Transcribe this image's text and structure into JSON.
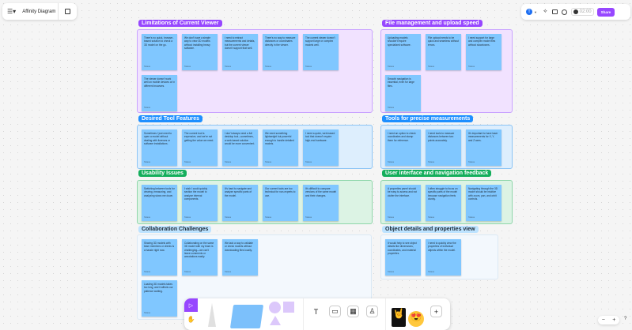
{
  "header": {
    "title": "Affinity Diagram",
    "avatar_initial": "T",
    "timer": "02:00",
    "share_label": "Share"
  },
  "sections": [
    {
      "title": "Limitations of Current Viewer",
      "color": "#9747ff",
      "bg": "#f1e2ff",
      "border": "#c9a3ff",
      "notes": [
        "There's no quick, browser-based solution to check a 3D model on the go.",
        "We don't have a simple way to view 3D models without installing heavy software.",
        "I need to extract measurements and details, but the current viewer doesn't support that well.",
        "There's no way to measure distances or coordinates directly in the viewer.",
        "The current viewer doesn't support large or complex models well.",
        "The viewer doesn't work well on mobile devices or in different browsers."
      ]
    },
    {
      "title": "File management and upload speed",
      "color": "#9747ff",
      "bg": "#f1e2ff",
      "border": "#c9a3ff",
      "notes": [
        "Uploading models shouldn't require specialized software.",
        "File upload needs to be quick and seamless without errors.",
        "I need support for large and complex model files without slowdowns.",
        "Smooth navigation is essential, even for large files."
      ]
    },
    {
      "title": "Desired Tool Features",
      "color": "#1e8fff",
      "bg": "#ddeefd",
      "border": "#8cc4f5",
      "notes": [
        "Sometimes I just need to open a model without dealing with licenses or software installations.",
        "The current tool is expensive, and we're not getting the value we need.",
        "I don't always need a full desktop tool—sometimes, a web-based solution would be more convenient.",
        "We need something lightweight but powerful enough to handle detailed models.",
        "I need a quick, web-based tool that doesn't require high-end hardware."
      ]
    },
    {
      "title": "Tools for precise measurements",
      "color": "#1e8fff",
      "bg": "#ddeefd",
      "border": "#8cc4f5",
      "notes": [
        "I need an option to check coordinates and stamp them for reference.",
        "I need tools to measure distances between two points accurately.",
        "It's important to have laser measurements for X, Y, and Z axes."
      ]
    },
    {
      "title": "Usability Issues",
      "color": "#14ae5c",
      "bg": "#dcf3e4",
      "border": "#8fd6aa",
      "notes": [
        "Switching between tools for viewing, measuring, and analyzing slows me down.",
        "I wish I could quickly section the model to analyze internal components.",
        "It's hard to navigate and analyze specific parts of the model.",
        "Our current tools are too technical for non-experts to use.",
        "It's difficult to compare versions of the same model and their changes."
      ]
    },
    {
      "title": "User interface and navigation feedback",
      "color": "#14ae5c",
      "bg": "#dcf3e4",
      "border": "#8fd6aa",
      "notes": [
        "A properties panel should be easy to access and not clutter the interface.",
        "I often struggle to focus on specific parts of the model because navigation feels clunky.",
        "Navigating through the 3D model should be intuitive with zoom, pan, and orbit controls."
      ]
    },
    {
      "title": "Collaboration Challenges",
      "color": "#bde3ff",
      "text": "#1e2a36",
      "bg": "#f3f8fd",
      "border": "#dbe9f5",
      "notes": [
        "Sharing 3D models with team members or clients is a hassle right now.",
        "Collaborating on the same 3D model with my team is challenging—we can't leave comments or annotations easily.",
        "We lack a way to validate or check models without downloading files locally.",
        "Loading 3D models takes too long, and it affects our patience waiting."
      ]
    },
    {
      "title": "Object details and properties view",
      "color": "#bde3ff",
      "text": "#1e2a36",
      "bg": "#f3f8fd",
      "border": "#dbe9f5",
      "notes": [
        "It would help to see object details like dimensions, coordinates, and material properties.",
        "I need to quickly view the properties of individual objects within the model."
      ]
    }
  ],
  "note_author": "Tatiana",
  "zoom": {
    "minus": "−",
    "plus": "+",
    "help": "?"
  }
}
